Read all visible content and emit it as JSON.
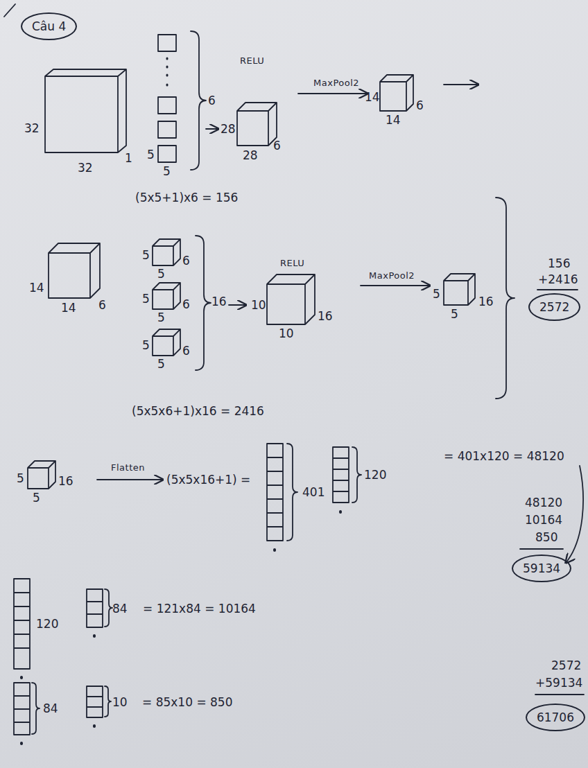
{
  "diagram": {
    "nodes": [
      {
        "text": [
          "Câu 4"
        ]
      },
      {
        "text": [
          "2572"
        ]
      },
      {
        "text": [
          "59134"
        ]
      },
      {
        "text": [
          "61706"
        ]
      }
    ],
    "labels": [
      "32",
      "32",
      "1",
      "5",
      "5",
      "6",
      "RELU",
      "28",
      "28",
      "6",
      "MaxPool2",
      "14",
      "14",
      "6",
      "(5x5+1)x6 = 156",
      "14",
      "14",
      "6",
      "5",
      "5",
      "6",
      "5",
      "5",
      "6",
      "5",
      "5",
      "6",
      "16",
      "RELU",
      "10",
      "10",
      "16",
      "MaxPool2",
      "5",
      "5",
      "16",
      "156",
      "+2416",
      "(5x5x6+1)x16 = 2416",
      "5",
      "5",
      "16",
      "Flatten",
      "(5x5x16+1) =",
      "401",
      "120",
      "= 401x120 = 48120",
      "48120",
      "10164",
      "850",
      "120",
      "84",
      "= 121x84 = 10164",
      "84",
      "10",
      "= 85x10 = 850",
      "2572",
      "+59134"
    ]
  }
}
